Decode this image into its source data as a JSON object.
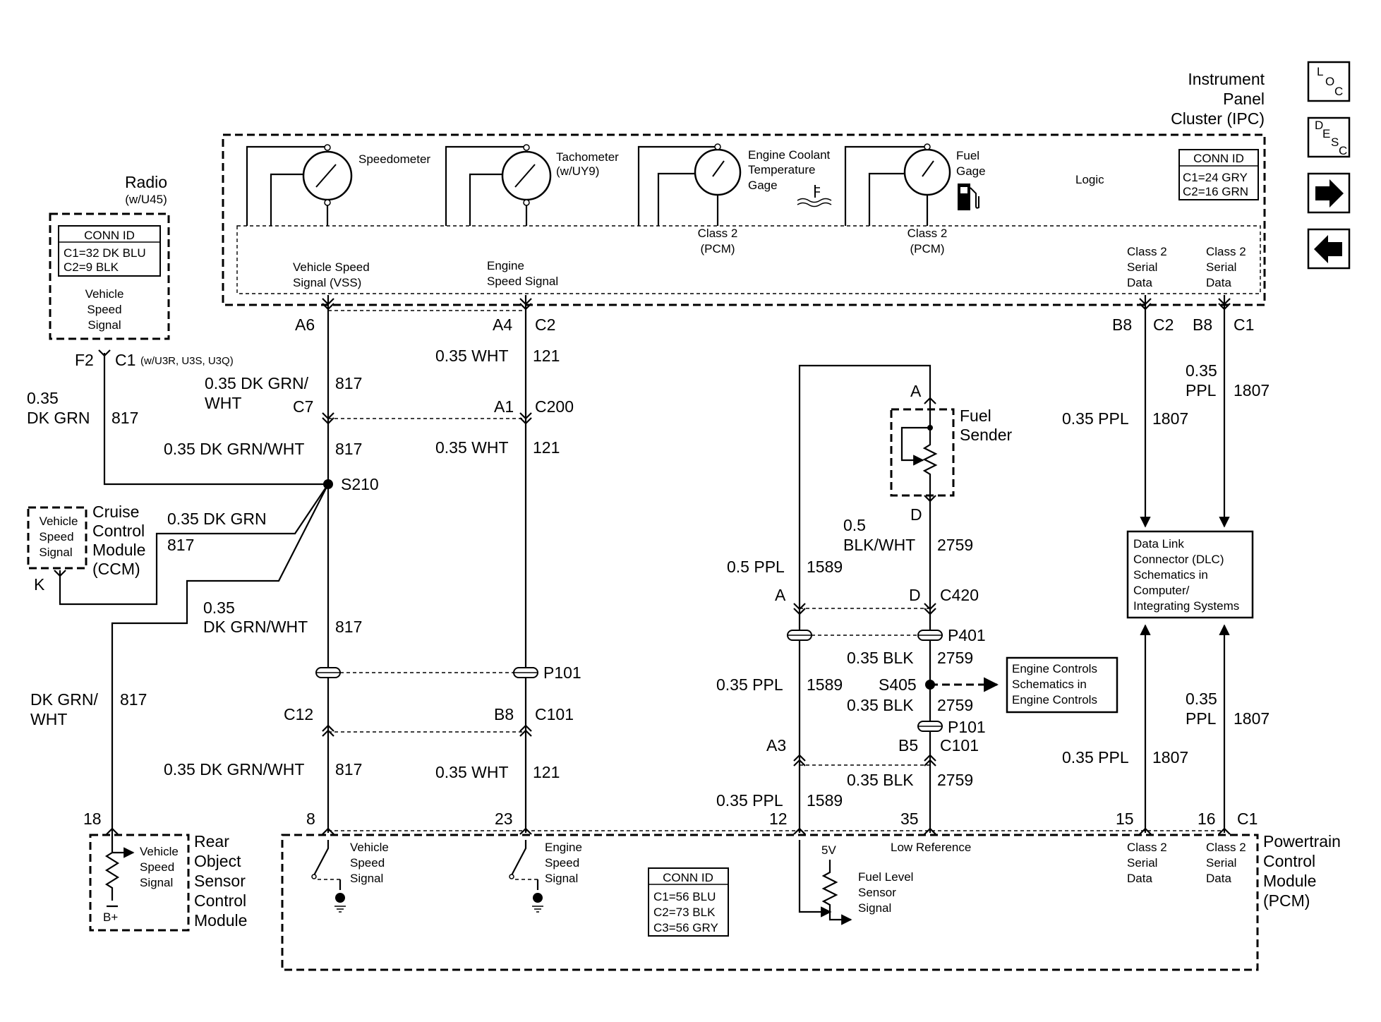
{
  "nav": {
    "loc_l": "L",
    "loc_o": "O",
    "loc_c": "C",
    "desc_d": "D",
    "desc_e": "E",
    "desc_s": "S",
    "desc_c": "C"
  },
  "ipc": {
    "title1": "Instrument",
    "title2": "Panel",
    "title3": "Cluster (IPC)",
    "speedometer": "Speedometer",
    "tachometer": "Tachometer",
    "tach_opt": "(w/UY9)",
    "ect1": "Engine Coolant",
    "ect2": "Temperature",
    "ect3": "Gage",
    "fuel1": "Fuel",
    "fuel2": "Gage",
    "logic": "Logic",
    "conn_id": "CONN ID",
    "c1": "C1=24 GRY",
    "c2": "C2=16 GRN",
    "class2a": "Class 2",
    "pcma": "(PCM)",
    "class2b": "Class 2",
    "pcmb": "(PCM)",
    "vss1": "Vehicle Speed",
    "vss2": "Signal (VSS)",
    "ess1": "Engine",
    "ess2": "Speed Signal",
    "sd1a": "Class 2",
    "sd1b": "Serial",
    "sd1c": "Data",
    "sd2a": "Class 2",
    "sd2b": "Serial",
    "sd2c": "Data"
  },
  "radio": {
    "title": "Radio",
    "opt": "(w/U45)",
    "conn_id": "CONN ID",
    "c1": "C1=32 DK BLU",
    "c2": "C2=9 BLK",
    "sig1": "Vehicle",
    "sig2": "Speed",
    "sig3": "Signal",
    "pin": "F2",
    "conn": "C1",
    "conn_opt": "(w/U3R, U3S, U3Q)"
  },
  "ccm": {
    "t1": "Cruise",
    "t2": "Control",
    "t3": "Module",
    "t4": "(CCM)",
    "sig1": "Vehicle",
    "sig2": "Speed",
    "sig3": "Signal",
    "pin": "K"
  },
  "ros": {
    "t1": "Rear",
    "t2": "Object",
    "t3": "Sensor",
    "t4": "Control",
    "t5": "Module",
    "sig1": "Vehicle",
    "sig2": "Speed",
    "sig3": "Signal",
    "bplus": "B+",
    "pin": "18"
  },
  "pcm": {
    "t1": "Powertrain",
    "t2": "Control",
    "t3": "Module",
    "t4": "(PCM)",
    "conn_id": "CONN ID",
    "c1": "C1=56 BLU",
    "c2": "C2=73 BLK",
    "c3": "C3=56 GRY",
    "vs1": "Vehicle",
    "vs2": "Speed",
    "vs3": "Signal",
    "es1": "Engine",
    "es2": "Speed",
    "es3": "Signal",
    "v5": "5V",
    "lowref": "Low Reference",
    "fl1": "Fuel Level",
    "fl2": "Sensor",
    "fl3": "Signal",
    "sd1a": "Class 2",
    "sd1b": "Serial",
    "sd1c": "Data",
    "sd2a": "Class 2",
    "sd2b": "Serial",
    "sd2c": "Data",
    "p8": "8",
    "p23": "23",
    "p12": "12",
    "p35": "35",
    "p15": "15",
    "p16": "16",
    "c1conn": "C1"
  },
  "fuel_sender": {
    "t1": "Fuel",
    "t2": "Sender",
    "pinA": "A",
    "pinD": "D"
  },
  "dlc": {
    "l1": "Data Link",
    "l2": "Connector (DLC)",
    "l3": "Schematics in",
    "l4": "Computer/",
    "l5": "Integrating Systems"
  },
  "ecs": {
    "l1": "Engine Controls",
    "l2": "Schematics in",
    "l3": "Engine Controls"
  },
  "labels": {
    "a6": "A6",
    "a4": "A4",
    "c2": "C2",
    "b8a": "B8",
    "c2b": "C2",
    "b8b": "B8",
    "c1": "C1",
    "w035wht1": "0.35 WHT",
    "n121a": "121",
    "w035dkgrnwht1": "0.35 DK GRN/",
    "w_wht": "WHT",
    "n817a": "817",
    "c7": "C7",
    "a1": "A1",
    "c200": "C200",
    "w035dkgrnwht2": "0.35 DK GRN/WHT",
    "n817b": "817",
    "w035wht2": "0.35 WHT",
    "n121b": "121",
    "s210": "S210",
    "w035dkgrn": "0.35 DK GRN",
    "n817c": "817",
    "r035": "0.35",
    "rdkgrn": "DK GRN",
    "n817r": "817",
    "w035b": "0.35",
    "wdkgrnwht3": "DK GRN/WHT",
    "n817d": "817",
    "p101a": "P101",
    "wdkgrn4": "DK GRN/",
    "wwht4": "WHT",
    "n817e": "817",
    "c12": "C12",
    "b8c": "B8",
    "c101a": "C101",
    "w035dkgrnwht5": "0.35 DK GRN/WHT",
    "n817f": "817",
    "w035wht3": "0.35 WHT",
    "n121c": "121",
    "ppl035a": "0.35",
    "ppla": "PPL",
    "n1807a": "1807",
    "ppl035b": "0.35 PPL",
    "n1807b": "1807",
    "ppl035c": "0.35",
    "pplc": "PPL",
    "n1807c": "1807",
    "ppl035d": "0.35 PPL",
    "n1807d": "1807",
    "fa": "A",
    "fd": "D",
    "w05": "0.5",
    "wblkwht": "BLK/WHT",
    "n2759a": "2759",
    "w05ppl": "0.5 PPL",
    "n1589a": "1589",
    "ca": "A",
    "cd": "D",
    "c420": "C420",
    "p401": "P401",
    "w035blk1": "0.35 BLK",
    "n2759b": "2759",
    "w035ppl1": "0.35 PPL",
    "n1589b": "1589",
    "s405": "S405",
    "w035blk2": "0.35 BLK",
    "n2759c": "2759",
    "p101b": "P101",
    "a3": "A3",
    "b5": "B5",
    "c101b": "C101",
    "w035blk3": "0.35 BLK",
    "n2759d": "2759",
    "w035ppl2": "0.35 PPL",
    "n1589c": "1589"
  }
}
